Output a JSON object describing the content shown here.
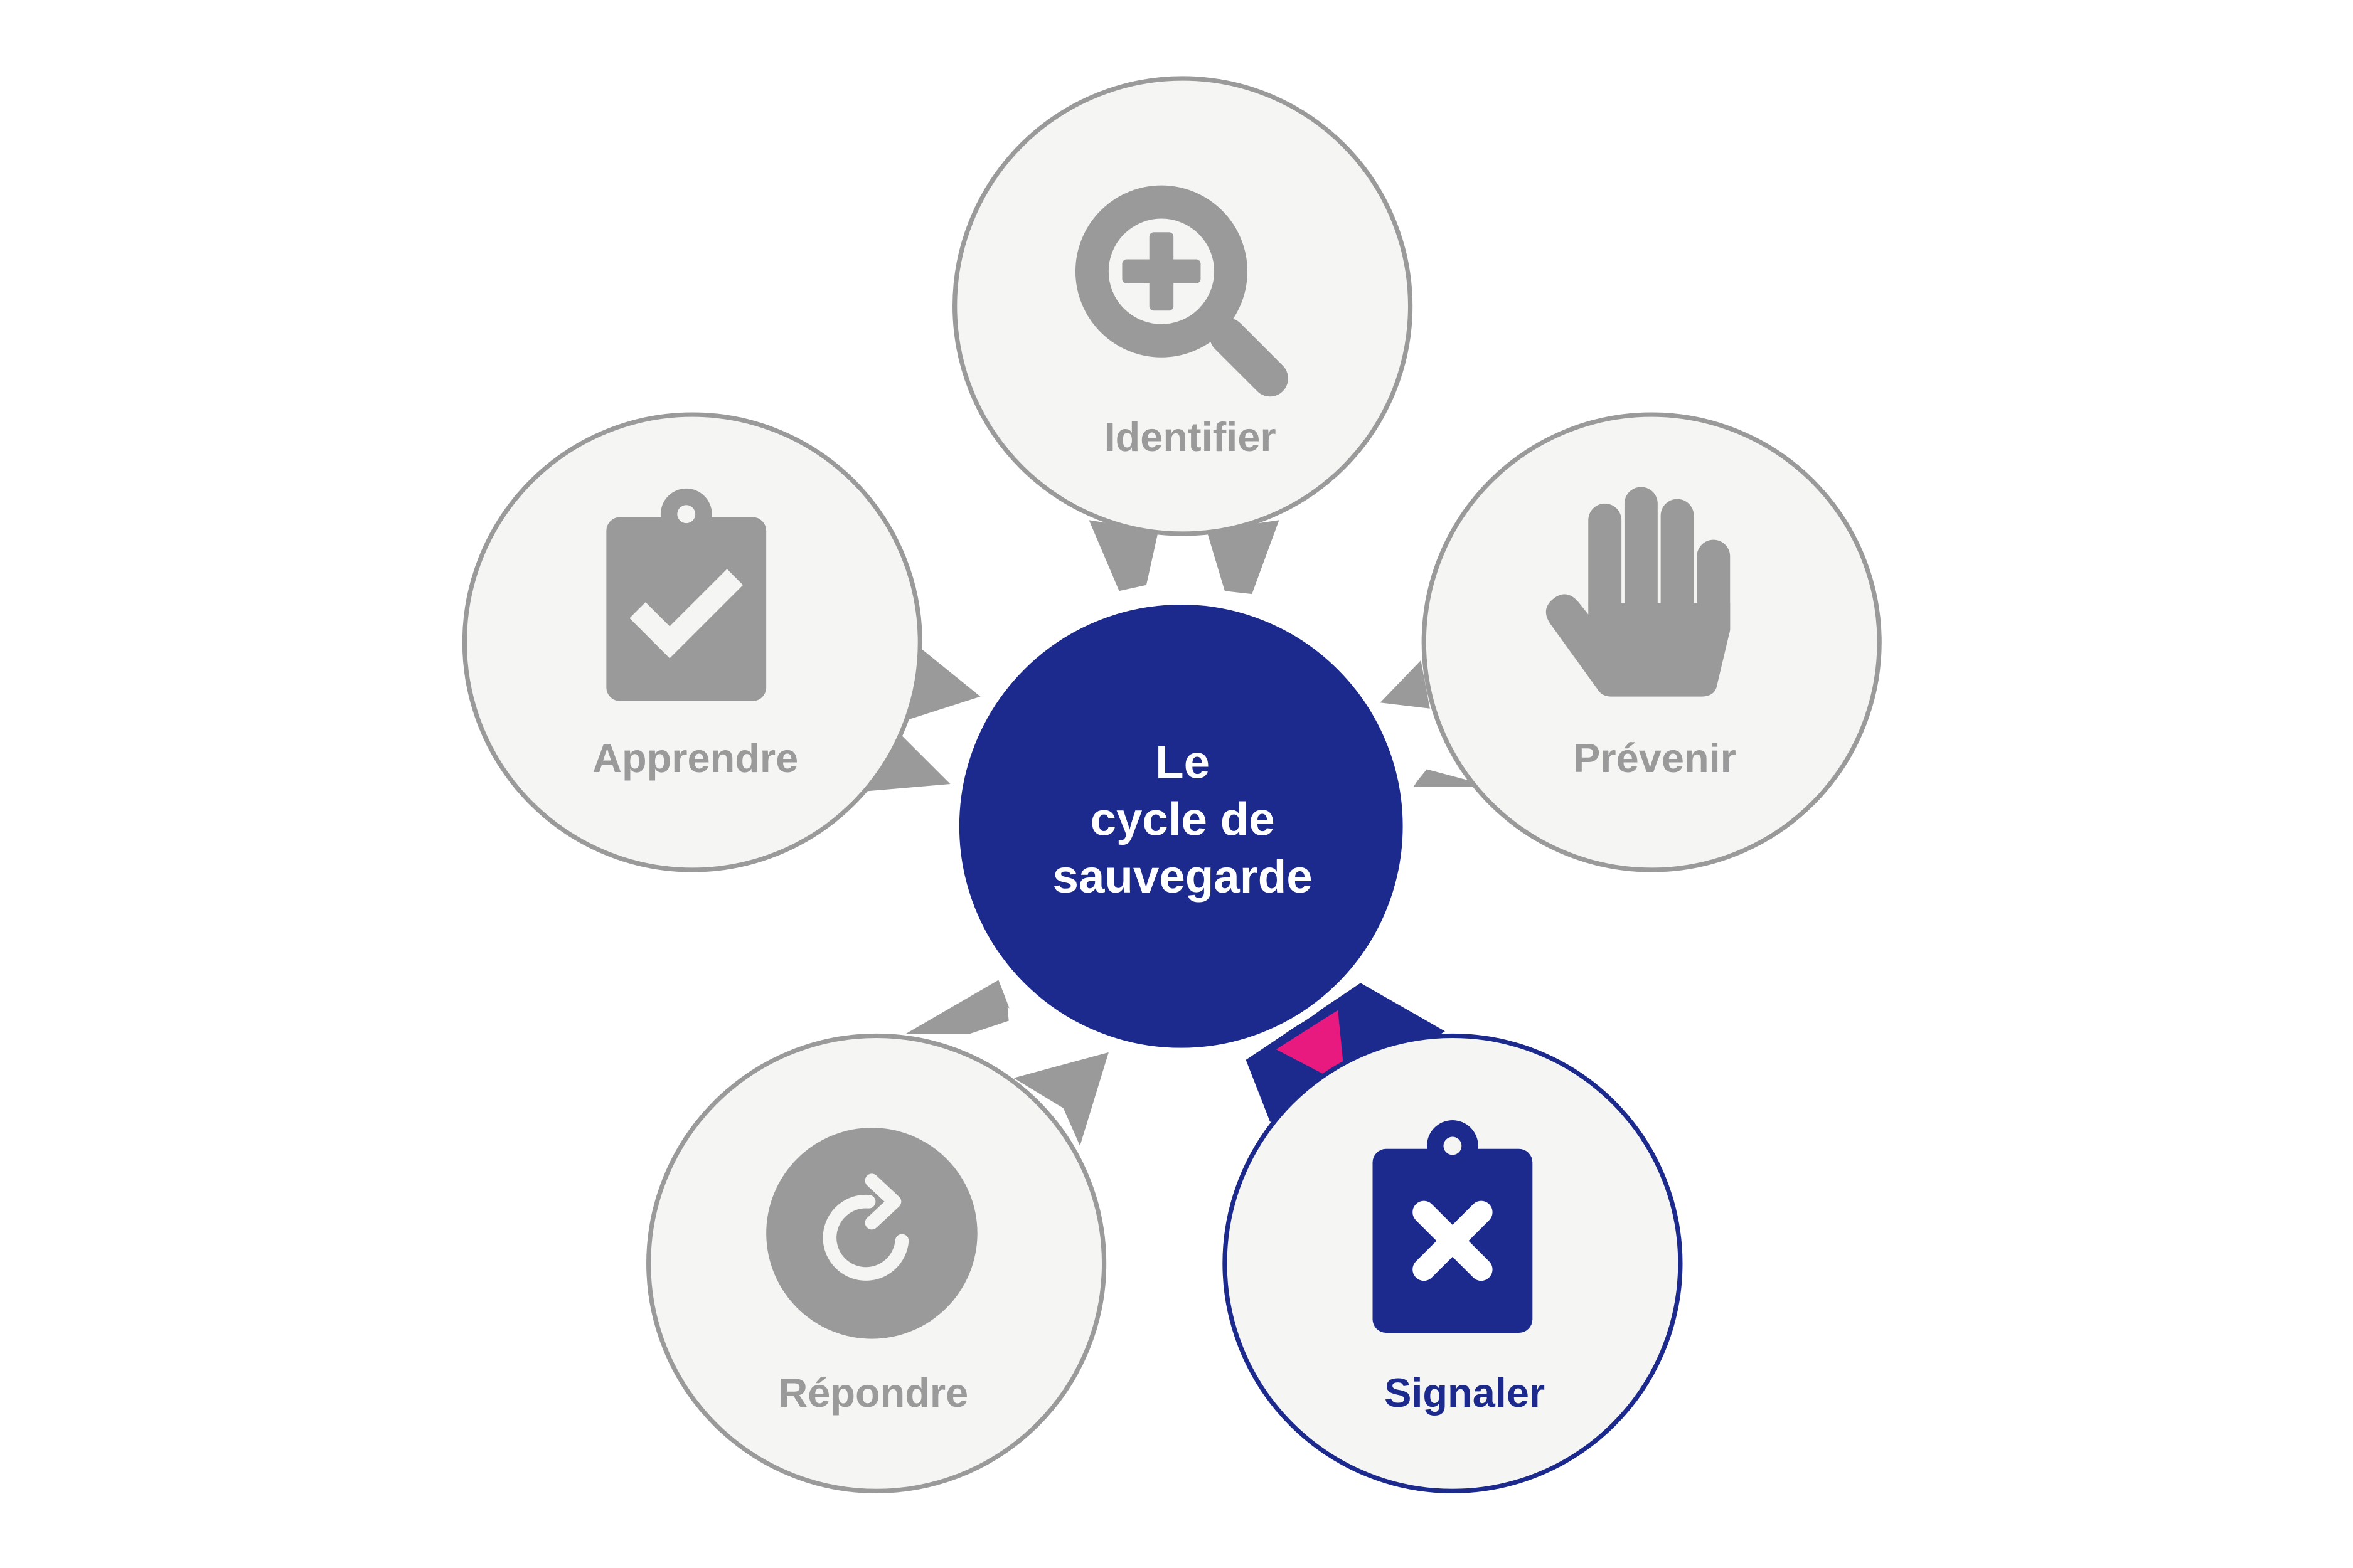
{
  "center": {
    "line1": "Le",
    "line2": "cycle de",
    "line3": "sauvegarde"
  },
  "stages": {
    "identifier": {
      "label": "Identifier",
      "icon": "magnifier-plus-icon"
    },
    "prevenir": {
      "label": "Prévenir",
      "icon": "hand-stop-icon"
    },
    "signaler": {
      "label": "Signaler",
      "icon": "clipboard-x-icon",
      "active": true
    },
    "repondre": {
      "label": "Répondre",
      "icon": "refresh-arrow-icon"
    },
    "apprendre": {
      "label": "Apprendre",
      "icon": "clipboard-check-icon"
    }
  },
  "colors": {
    "navy": "#1b2a8c",
    "gray": "#9a9a9a",
    "circle_fill": "#f5f5f4",
    "circle_border": "#9a9a9a",
    "accent_pink": "#e8197f",
    "white": "#ffffff"
  }
}
